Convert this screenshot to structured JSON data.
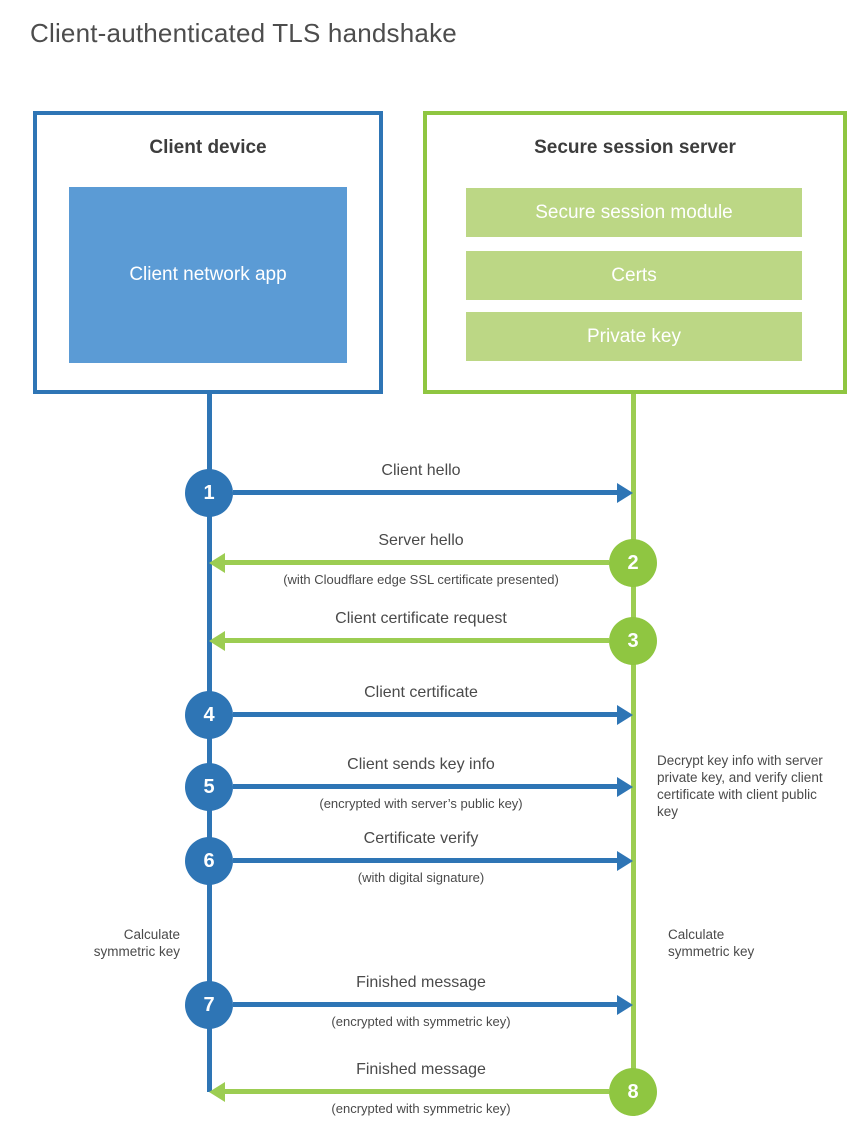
{
  "title": "Client-authenticated TLS handshake",
  "colors": {
    "blue": "#2e75b5",
    "blue_fill": "#5b9bd5",
    "green": "#8fc641",
    "green_line": "#9ccd52",
    "green_fill": "#bcd785"
  },
  "client_box": {
    "title": "Client device",
    "app_label": "Client network app"
  },
  "server_box": {
    "title": "Secure session server",
    "modules": [
      "Secure session module",
      "Certs",
      "Private key"
    ]
  },
  "steps": [
    {
      "num": "1",
      "from": "client",
      "label": "Client hello",
      "sub": ""
    },
    {
      "num": "2",
      "from": "server",
      "label": "Server hello",
      "sub": "(with Cloudflare edge SSL certificate presented)"
    },
    {
      "num": "3",
      "from": "server",
      "label": "Client certificate request",
      "sub": ""
    },
    {
      "num": "4",
      "from": "client",
      "label": "Client certificate",
      "sub": ""
    },
    {
      "num": "5",
      "from": "client",
      "label": "Client sends key info",
      "sub": "(encrypted with server’s public key)"
    },
    {
      "num": "6",
      "from": "client",
      "label": "Certificate verify",
      "sub": "(with digital signature)"
    },
    {
      "num": "7",
      "from": "client",
      "label": "Finished message",
      "sub": "(encrypted with symmetric key)"
    },
    {
      "num": "8",
      "from": "server",
      "label": "Finished message",
      "sub": "(encrypted with symmetric key)"
    }
  ],
  "notes": {
    "decrypt": "Decrypt key info with server private key, and verify client certificate with client public key",
    "calculate_left": "Calculate symmetric key",
    "calculate_right": "Calculate symmetric key"
  }
}
